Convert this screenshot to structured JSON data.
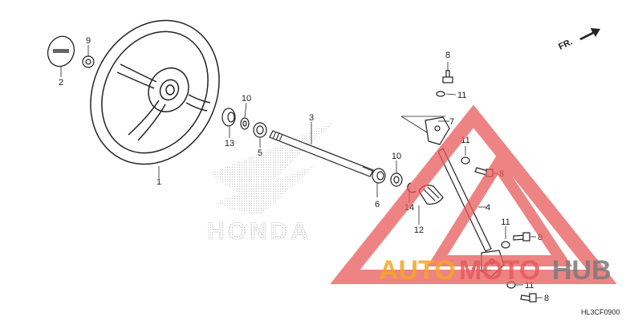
{
  "diagram": {
    "direction_label": "FR.",
    "figure_code": "HL3CF0900",
    "parts": [
      {
        "number": "1",
        "name": "steering-wheel"
      },
      {
        "number": "2",
        "name": "center-cap"
      },
      {
        "number": "3",
        "name": "upper-shaft"
      },
      {
        "number": "4",
        "name": "lower-shaft"
      },
      {
        "number": "5",
        "name": "bearing"
      },
      {
        "number": "6",
        "name": "bushing"
      },
      {
        "number": "7",
        "name": "joint-clamp"
      },
      {
        "number": "8",
        "name": "bolt"
      },
      {
        "number": "9",
        "name": "nut"
      },
      {
        "number": "10",
        "name": "washer"
      },
      {
        "number": "11",
        "name": "washer"
      },
      {
        "number": "12",
        "name": "boot"
      },
      {
        "number": "13",
        "name": "seal"
      },
      {
        "number": "14",
        "name": "clip"
      }
    ]
  },
  "background_logo": {
    "text": "HONDA"
  },
  "watermark": {
    "text_auto": "AUTO",
    "text_moto": "MOTO",
    "text_hub": "HUB",
    "color_red": "#e85a5a",
    "color_orange": "#f5a623",
    "color_gray": "#7a7a7a"
  }
}
